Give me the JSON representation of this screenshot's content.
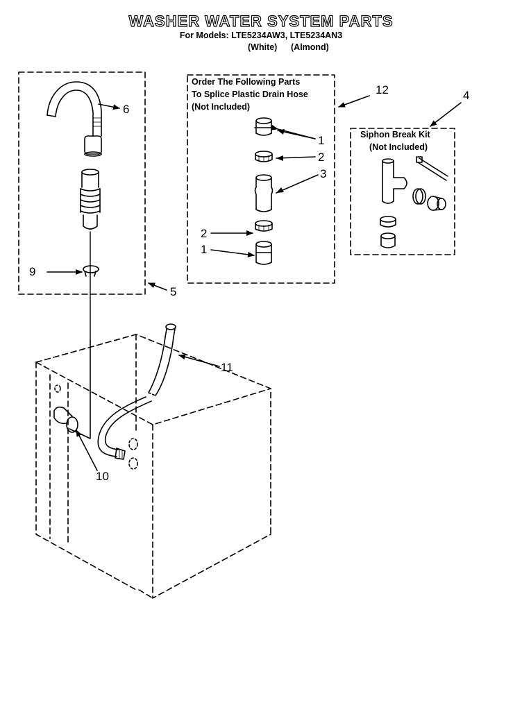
{
  "header": {
    "title": "WASHER WATER SYSTEM PARTS",
    "models_line": "For Models: LTE5234AW3, LTE5234AN3",
    "color_white": "(White)",
    "color_almond": "(Almond)"
  },
  "splice_box": {
    "line1": "Order The Following Parts",
    "line2": "To Splice Plastic Drain Hose",
    "line3": "(Not Included)"
  },
  "siphon_box": {
    "line1": "Siphon Break Kit",
    "line2": "(Not Included)"
  },
  "callouts": {
    "c1a": "1",
    "c2a": "2",
    "c3": "3",
    "c2b": "2",
    "c1b": "1",
    "c4": "4",
    "c5": "5",
    "c6": "6",
    "c9": "9",
    "c10": "10",
    "c11": "11",
    "c12": "12"
  }
}
